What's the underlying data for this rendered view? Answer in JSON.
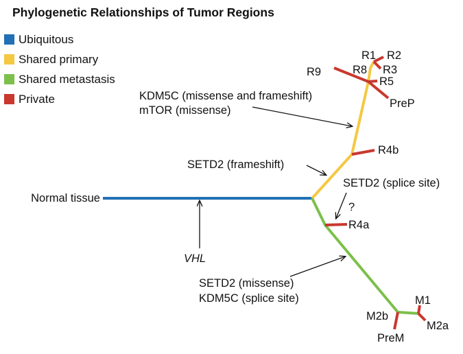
{
  "title": "Phylogenetic Relationships of Tumor Regions",
  "legend": [
    {
      "label": "Ubiquitous",
      "color": "#2270b5"
    },
    {
      "label": "Shared primary",
      "color": "#f5c842"
    },
    {
      "label": "Shared metastasis",
      "color": "#7cc04b"
    },
    {
      "label": "Private",
      "color": "#c8382f"
    }
  ],
  "colors": {
    "ubiquitous": "#2270b5",
    "shared_primary": "#f5c842",
    "shared_metastasis": "#7cc04b",
    "private": "#c8382f"
  },
  "nodes": {
    "normal": "Normal tissue",
    "r1": "R1",
    "r2": "R2",
    "r3": "R3",
    "r8": "R8",
    "r5": "R5",
    "r9": "R9",
    "prep": "PreP",
    "r4b": "R4b",
    "r4a": "R4a",
    "m1": "M1",
    "m2a": "M2a",
    "m2b": "M2b",
    "prem": "PreM"
  },
  "annotations": {
    "kdm5c_gene": "KDM5C",
    "kdm5c_detail": " (missense and frameshift)",
    "mtor_gene": "mTOR",
    "mtor_detail": " (missense)",
    "setd2_fs_gene": "SETD2",
    "setd2_fs_detail": " (frameshift)",
    "setd2_ss_gene": "SETD2",
    "setd2_ss_detail": " (splice site)",
    "question": "?",
    "vhl_gene": "VHL",
    "setd2_ms_gene": "SETD2",
    "setd2_ms_detail": " (missense)",
    "kdm5c_ss_gene": "KDM5C",
    "kdm5c_ss_detail": " (splice site)"
  }
}
